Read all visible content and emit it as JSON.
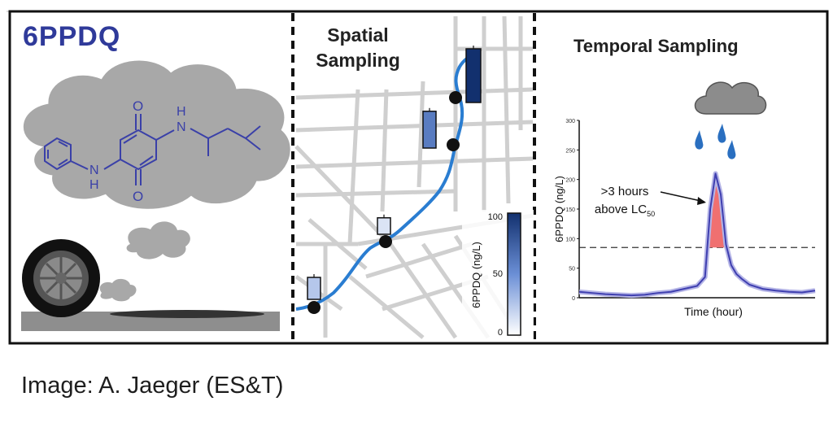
{
  "panel1": {
    "title": "6PPDQ",
    "labels": {
      "oxygen_top": "O",
      "oxygen_bottom": "O",
      "nh_right": "H",
      "n_right": "N",
      "n_left": "N",
      "h_left": "H"
    }
  },
  "panel2": {
    "title_line1": "Spatial",
    "title_line2": "Sampling",
    "colorbar": {
      "label": "6PPDQ (ng/L)",
      "ticks": [
        "0",
        "50",
        "100"
      ]
    },
    "samples": [
      {
        "position": "lower-left",
        "value": 25
      },
      {
        "position": "middle",
        "value": 12
      },
      {
        "position": "upper-middle",
        "value": 60
      },
      {
        "position": "top",
        "value": 100
      }
    ]
  },
  "panel3": {
    "title": "Temporal Sampling"
  },
  "chart_data": {
    "type": "line",
    "ylabel": "6PPDQ (ng/L)",
    "xlabel": "Time (hour)",
    "ylim": [
      0,
      300
    ],
    "yticks": [
      "0",
      "50",
      "100",
      "150",
      "200",
      "250",
      "300"
    ],
    "threshold": 85,
    "annotation": {
      "line1": ">3 hours",
      "line2": "above LC",
      "sub": "50"
    },
    "series": [
      {
        "x": [
          0,
          5,
          10,
          15,
          20,
          25,
          30,
          35,
          40,
          45,
          48,
          50,
          52,
          54,
          56,
          58,
          60,
          62,
          65,
          70,
          75,
          80,
          85,
          90
        ],
        "values": [
          10,
          8,
          6,
          5,
          4,
          5,
          8,
          10,
          15,
          20,
          35,
          150,
          210,
          175,
          90,
          55,
          40,
          32,
          22,
          15,
          12,
          10,
          9,
          12
        ]
      }
    ]
  },
  "caption": "Image: A. Jaeger (ES&T)",
  "colors": {
    "accent": "#2f3a9a",
    "route": "#2a7dd1",
    "highlight": "#f07070",
    "cloud": "#a9a9a9"
  }
}
